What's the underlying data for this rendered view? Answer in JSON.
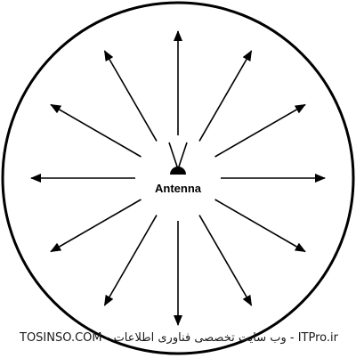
{
  "diagram": {
    "center_label": "Antenna",
    "radiation_arrows": [
      {
        "angle_deg": 0
      },
      {
        "angle_deg": 30
      },
      {
        "angle_deg": 60
      },
      {
        "angle_deg": 90
      },
      {
        "angle_deg": 120
      },
      {
        "angle_deg": 150
      },
      {
        "angle_deg": 180
      },
      {
        "angle_deg": 210
      },
      {
        "angle_deg": 240
      },
      {
        "angle_deg": 270
      },
      {
        "angle_deg": 300
      },
      {
        "angle_deg": 330
      }
    ],
    "colors": {
      "stroke": "#000000",
      "background": "#ffffff"
    }
  },
  "watermark": {
    "text": "TOSINSO.COM - وب سایت تخصصی فناوری اطلاعات - ITPro.ir"
  }
}
